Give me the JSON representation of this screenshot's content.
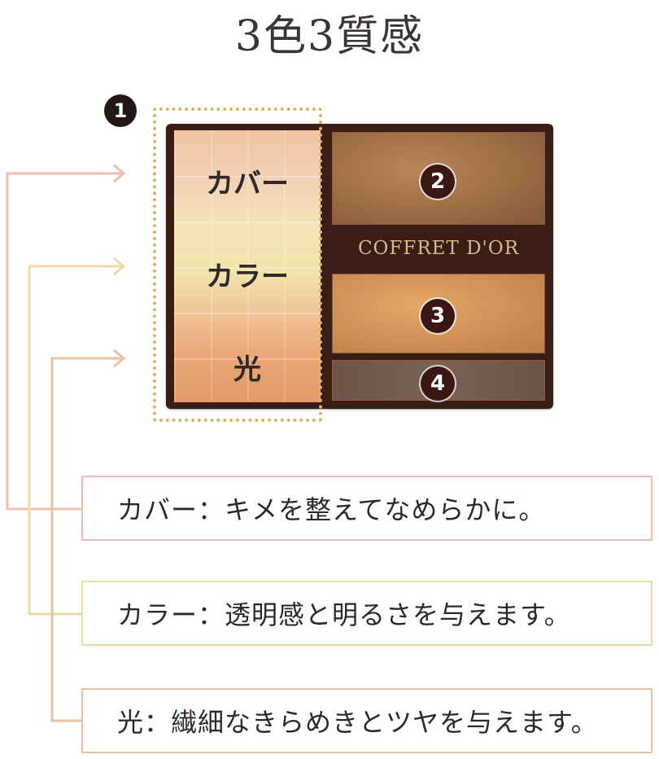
{
  "title": "3色3質感",
  "badges": {
    "b1": "1",
    "b2": "2",
    "b3": "3",
    "b4": "4"
  },
  "palette": {
    "brand": "COFFRET D'OR",
    "left_labels": [
      "カバー",
      "カラー",
      "光"
    ]
  },
  "descriptions": [
    "カバー：キメを整えてなめらかに。",
    "カラー：透明感と明るさを与えます。",
    "光：繊細なきらめきとツヤを与えます。"
  ],
  "colors": {
    "cover_line": "#ecbfb0",
    "color_line": "#eed9a5",
    "light_line": "#e6c1a2",
    "badge": "#3a1713",
    "case": "#3a1e15"
  },
  "icons": [
    "arrow-right-icon",
    "arrow-right-icon",
    "arrow-right-icon"
  ]
}
